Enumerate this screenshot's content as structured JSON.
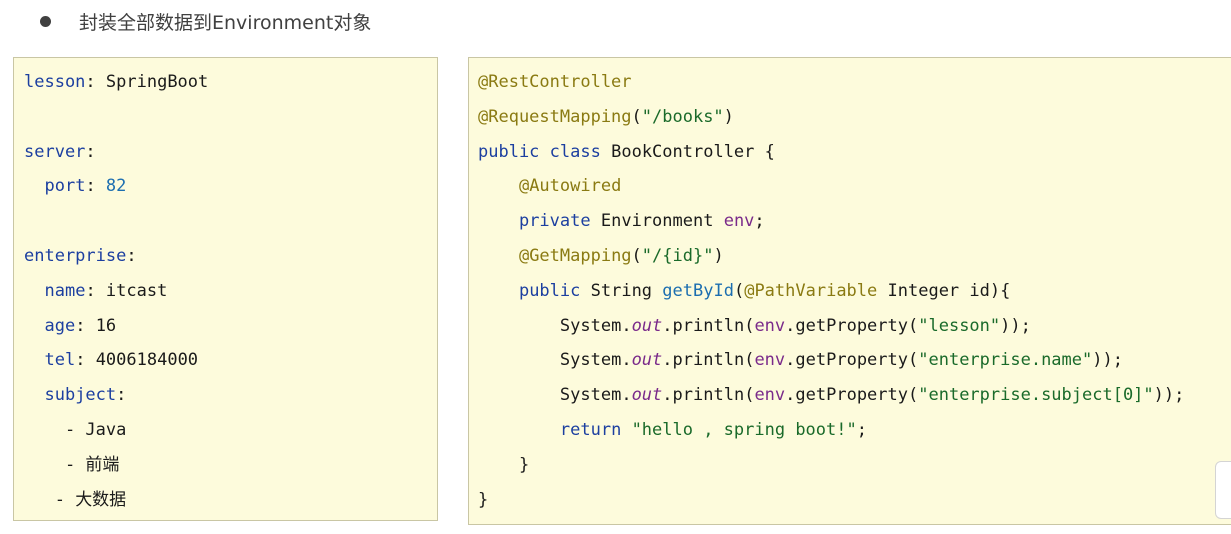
{
  "heading": {
    "text": "封装全部数据到Environment对象"
  },
  "yaml": {
    "lesson_key": "lesson",
    "lesson_value": "SpringBoot",
    "server_key": "server",
    "port_key": "port",
    "port_value": "82",
    "enterprise_key": "enterprise",
    "name_key": "name",
    "name_value": "itcast",
    "age_key": "age",
    "age_value": "16",
    "tel_key": "tel",
    "tel_value": "4006184000",
    "subject_key": "subject",
    "subjects": [
      "Java",
      "前端",
      "大数据"
    ]
  },
  "java": {
    "ann_rest_controller": "@RestController",
    "ann_request_mapping": "@RequestMapping",
    "request_mapping_path": "\"/books\"",
    "kw_public": "public",
    "kw_class": "class",
    "class_name": "BookController",
    "ann_autowired": "@Autowired",
    "kw_private": "private",
    "field_type": "Environment",
    "field_name": "env",
    "ann_get_mapping": "@GetMapping",
    "get_mapping_path": "\"/{id}\"",
    "return_type": "String",
    "method_name": "getById",
    "ann_path_variable": "@PathVariable",
    "param_type": "Integer",
    "param_name": "id",
    "system": "System",
    "out": "out",
    "println": "println",
    "get_property": "getProperty",
    "prop_lesson": "\"lesson\"",
    "prop_enterprise_name": "\"enterprise.name\"",
    "prop_subject_0": "\"enterprise.subject[0]\"",
    "kw_return": "return",
    "return_value": "\"hello , spring boot!\""
  }
}
